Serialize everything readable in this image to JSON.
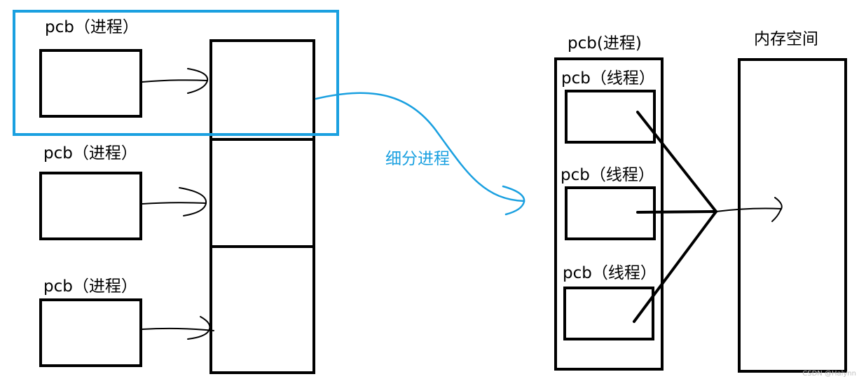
{
  "labels": {
    "left_pcb_1": "pcb（进程）",
    "left_pcb_2": "pcb（进程）",
    "left_pcb_3": "pcb（进程）",
    "arrow_caption": "细分进程",
    "right_pcb_process": "pcb(进程)",
    "memory_space": "内存空间",
    "thread_1": "pcb（线程）",
    "thread_2": "pcb（线程）",
    "thread_3": "pcb（线程）"
  },
  "watermark": "CSDN @Halynn",
  "colors": {
    "stroke": "#000000",
    "highlight": "#1aa0e0"
  }
}
